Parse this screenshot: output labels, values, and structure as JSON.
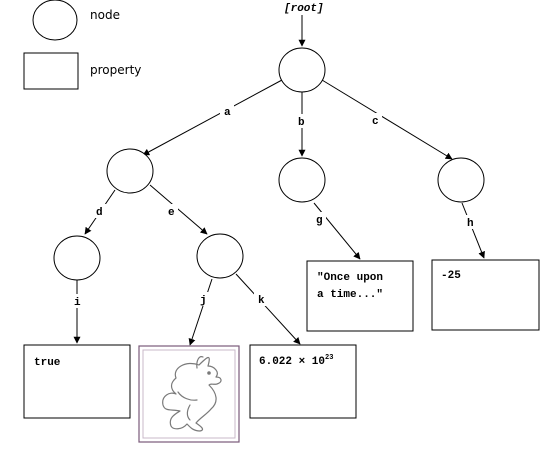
{
  "legend": {
    "node_label": "node",
    "property_label": "property"
  },
  "root_label": "[root]",
  "edges": {
    "a": "a",
    "b": "b",
    "c": "c",
    "d": "d",
    "e": "e",
    "g": "g",
    "h": "h",
    "i": "i",
    "j": "j",
    "k": "k"
  },
  "properties": {
    "i_value": "true",
    "g_value_line1": "\"Once upon",
    "g_value_line2": "a time...\"",
    "h_value": "-25",
    "k_value_mantissa": "6.022 × 10",
    "k_value_exponent": "23",
    "j_value_icon": "rabbit-icon"
  },
  "colors": {
    "stroke": "#000000",
    "image_frame": "#7a5a7a"
  }
}
